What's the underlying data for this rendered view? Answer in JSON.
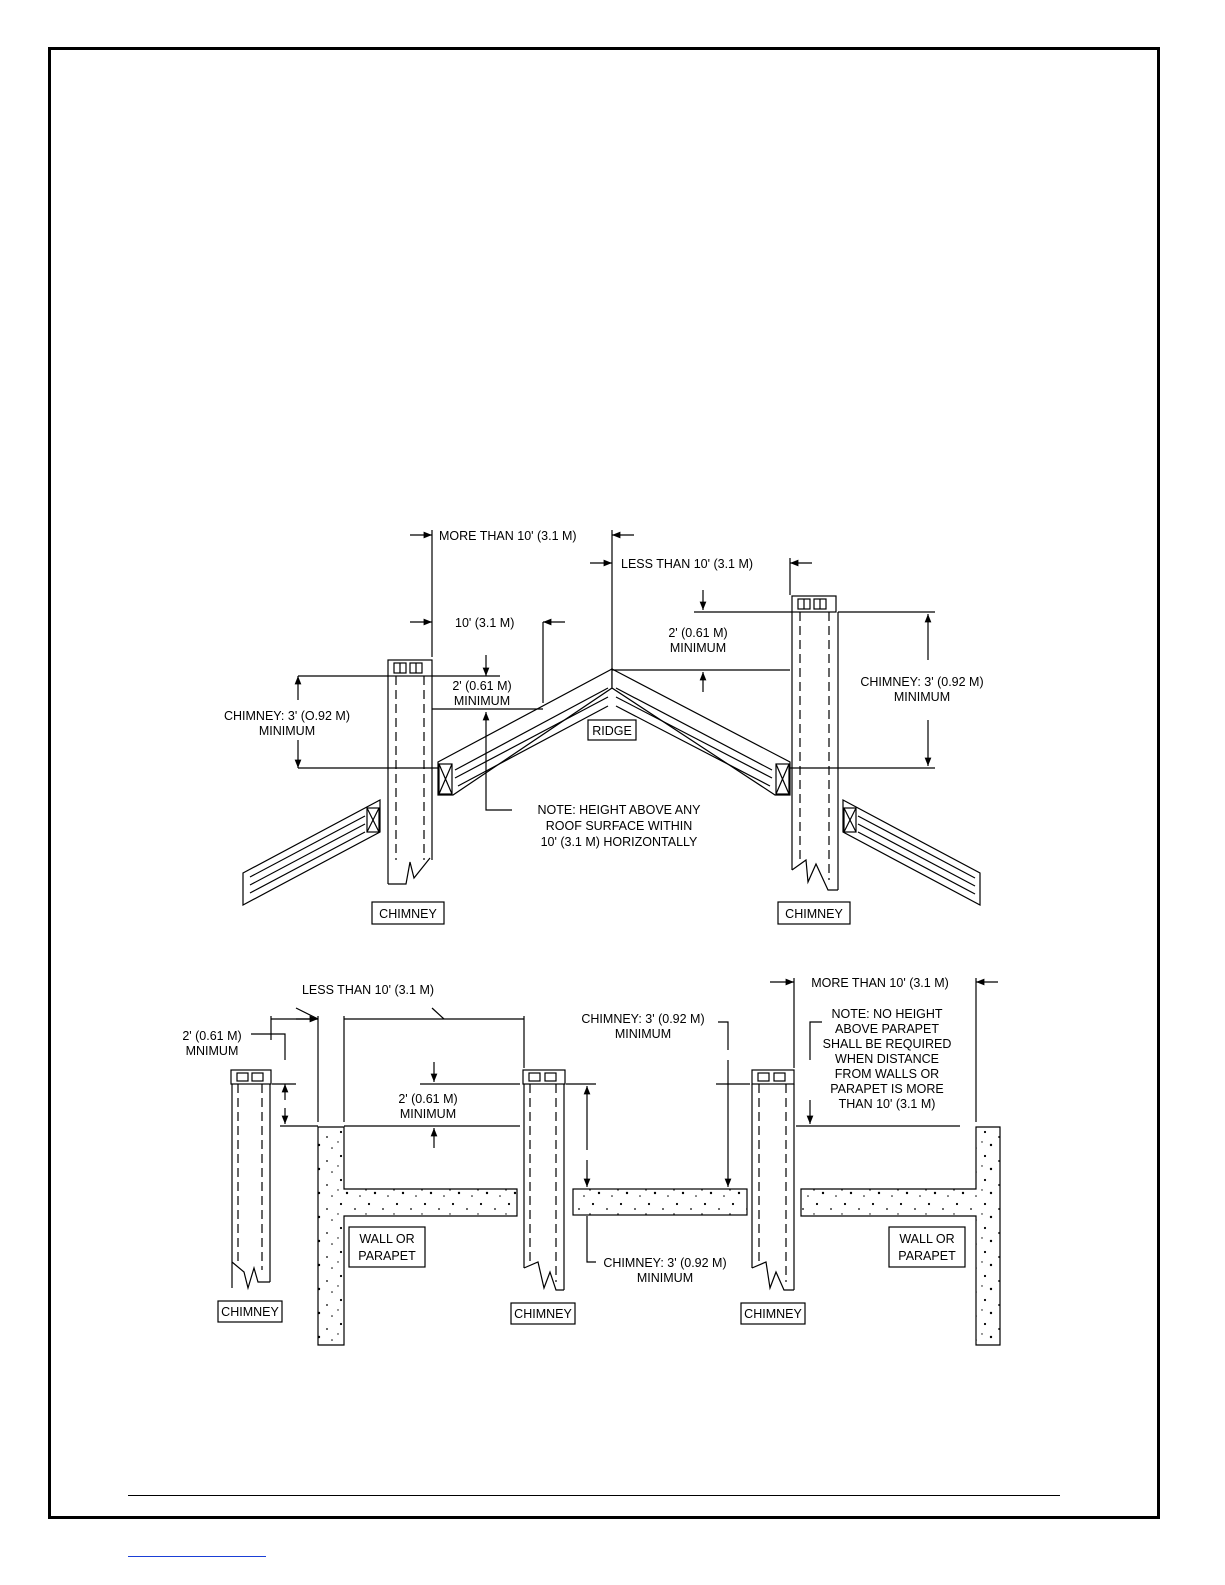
{
  "diagram": {
    "roof_view": {
      "dim_more_than": "MORE THAN 10' (3.1 M)",
      "dim_less_than": "LESS THAN 10' (3.1 M)",
      "dim_ten_feet": "10' (3.1 M)",
      "left_clearance": [
        "2' (0.61 M)",
        "MINIMUM"
      ],
      "right_clearance": [
        "2' (0.61 M)",
        "MINIMUM"
      ],
      "left_chimney_height": [
        "CHIMNEY: 3' (O.92 M)",
        "MINIMUM"
      ],
      "right_chimney_height": [
        "CHIMNEY: 3' (0.92 M)",
        "MINIMUM"
      ],
      "ridge_label": "RIDGE",
      "note": [
        "NOTE: HEIGHT ABOVE ANY",
        "ROOF SURFACE WITHIN",
        "10' (3.1 M) HORIZONTALLY"
      ],
      "chimney_left_label": "CHIMNEY",
      "chimney_right_label": "CHIMNEY"
    },
    "parapet_view": {
      "dim_less_than": "LESS THAN 10' (3.1 M)",
      "dim_more_than": "MORE THAN 10' (3.1 M)",
      "left_min": [
        "2' (0.61 M)",
        "MNIMUM"
      ],
      "center_min": [
        "2' (0.61 M)",
        "MINIMUM"
      ],
      "chimney_top_min": [
        "CHIMNEY: 3' (0.92 M)",
        "MINIMUM"
      ],
      "chimney_bottom_min": [
        "CHIMNEY: 3' (0.92 M)",
        "MINIMUM"
      ],
      "note": [
        "NOTE: NO HEIGHT",
        "ABOVE PARAPET",
        "SHALL BE REQUIRED",
        "WHEN DISTANCE",
        "FROM WALLS OR",
        "PARAPET IS MORE",
        "THAN 10' (3.1 M)"
      ],
      "wall_left": [
        "WALL OR",
        "PARAPET"
      ],
      "wall_right": [
        "WALL OR",
        "PARAPET"
      ],
      "chimney_labels": [
        "CHIMNEY",
        "CHIMNEY",
        "CHIMNEY"
      ]
    }
  }
}
